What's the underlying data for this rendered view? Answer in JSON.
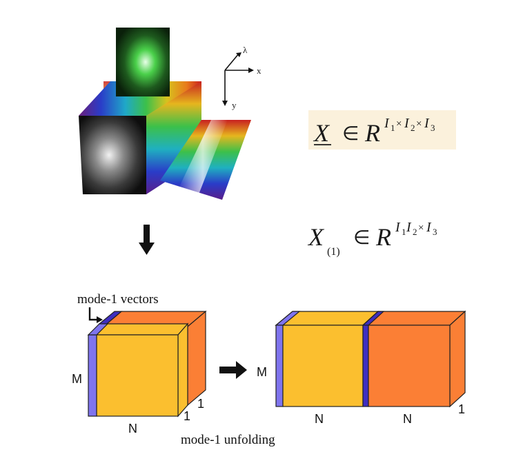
{
  "formula_tensor": {
    "symbol": "X",
    "member": "∈",
    "space": "R",
    "sup_I1": "I",
    "sub1": "1",
    "times1": "×",
    "sup_I2": "I",
    "sub2": "2",
    "times2": "×",
    "sup_I3": "I",
    "sub3": "3"
  },
  "formula_unfolded": {
    "symbol": "X",
    "sub": "(1)",
    "member": "∈",
    "space": "R",
    "sup_I1": "I",
    "sub1": "1",
    "sup_I2": "I",
    "sub2": "2",
    "times": "×",
    "sup_I3": "I",
    "sub3": "3"
  },
  "axes": {
    "lambda": "λ",
    "x": "x",
    "y": "y"
  },
  "labels": {
    "mode1_vectors": "mode-1 vectors",
    "mode1_unfolding": "mode-1 unfolding",
    "cube_M": "M",
    "cube_N": "N",
    "cube_1a": "1",
    "cube_1b": "1",
    "unfold_M": "M",
    "unfold_N1": "N",
    "unfold_N2": "N",
    "unfold_1": "1"
  },
  "colors": {
    "yellow": "#fbbf2f",
    "orange": "#fb7f35",
    "blue_stripe": "#7f74ee",
    "dark_stripe": "#3f2ec0",
    "formula_bg": "#fbf1dc"
  }
}
